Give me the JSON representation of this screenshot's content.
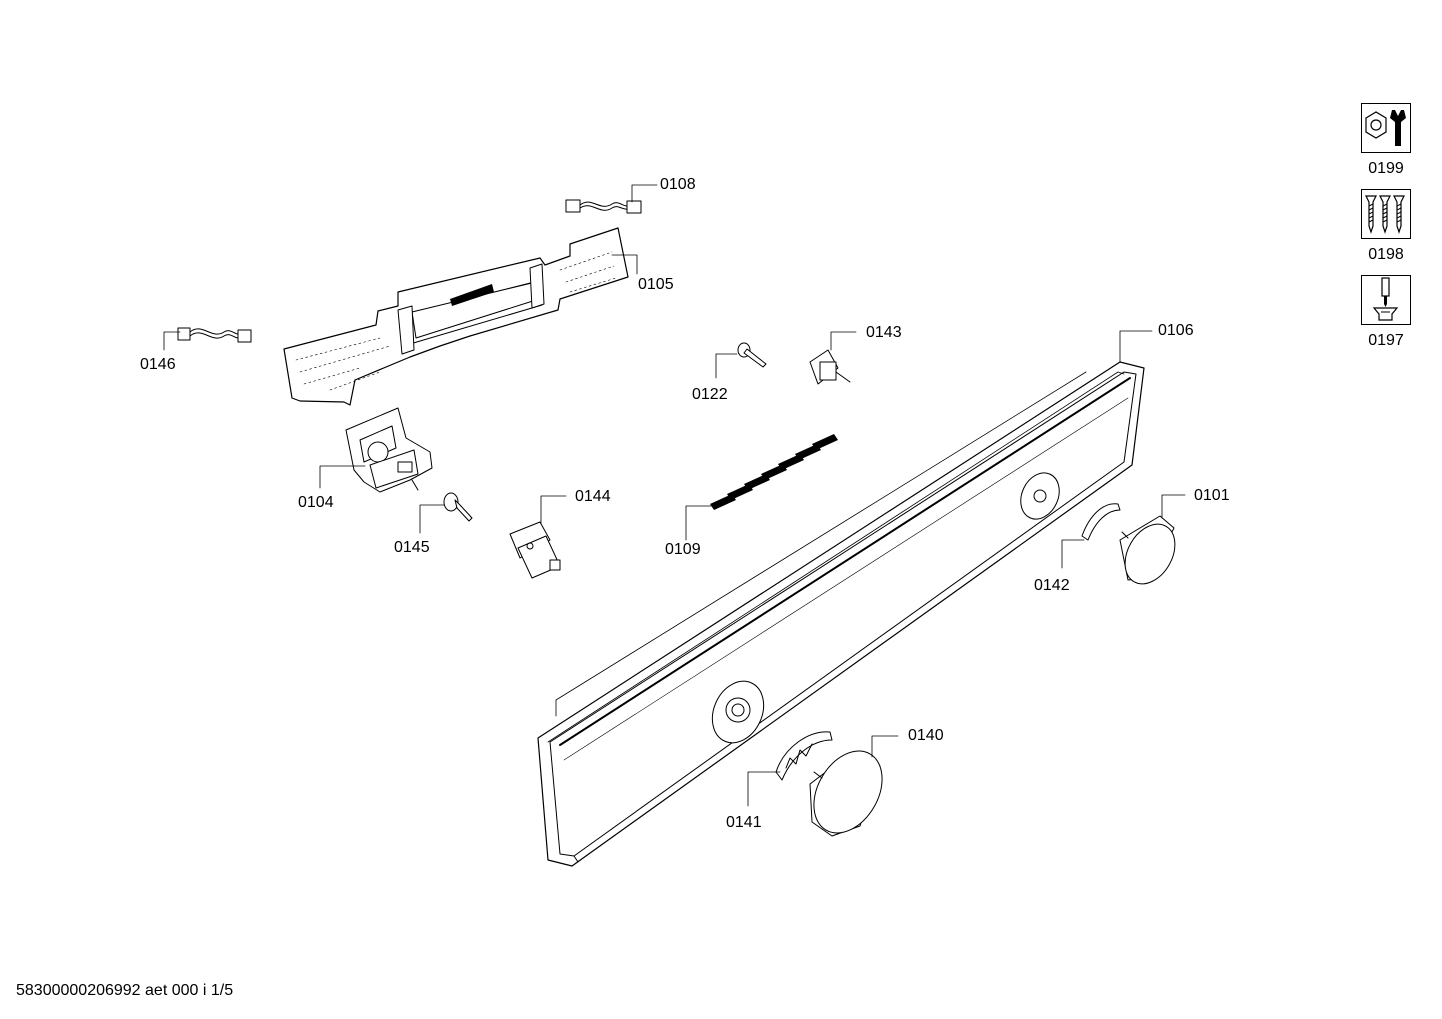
{
  "parts": {
    "p0108": "0108",
    "p0105": "0105",
    "p0146": "0146",
    "p0143": "0143",
    "p0122": "0122",
    "p0106": "0106",
    "p0104": "0104",
    "p0144": "0144",
    "p0145": "0145",
    "p0109": "0109",
    "p0101": "0101",
    "p0142": "0142",
    "p0140": "0140",
    "p0141": "0141"
  },
  "service_icons": [
    {
      "label": "0199",
      "icon": "nut-wrench-icon"
    },
    {
      "label": "0198",
      "icon": "screws-icon"
    },
    {
      "label": "0197",
      "icon": "screwdriver-icon"
    }
  ],
  "footer": {
    "code": "58300000206992 aet 000 i 1/5"
  }
}
